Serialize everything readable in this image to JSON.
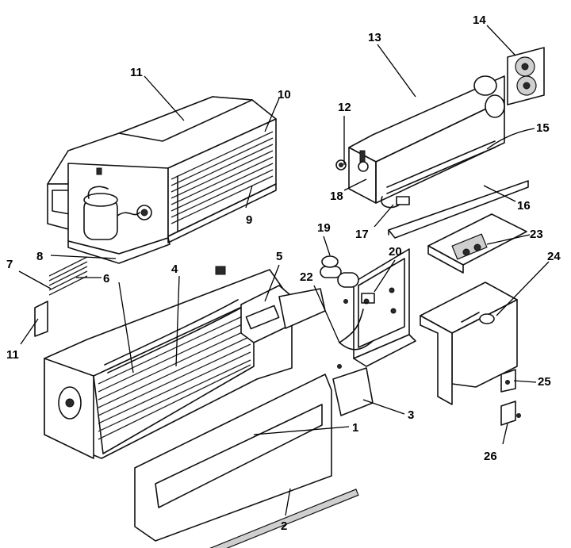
{
  "diagram": {
    "type": "exploded-parts-view",
    "callouts": [
      {
        "id": "c1",
        "label": "1"
      },
      {
        "id": "c2",
        "label": "2"
      },
      {
        "id": "c3",
        "label": "3"
      },
      {
        "id": "c4",
        "label": "4"
      },
      {
        "id": "c5",
        "label": "5"
      },
      {
        "id": "c6",
        "label": "6"
      },
      {
        "id": "c7",
        "label": "7"
      },
      {
        "id": "c8",
        "label": "8"
      },
      {
        "id": "c9",
        "label": "9"
      },
      {
        "id": "c10",
        "label": "10"
      },
      {
        "id": "c11a",
        "label": "11"
      },
      {
        "id": "c11b",
        "label": "11"
      },
      {
        "id": "c12",
        "label": "12"
      },
      {
        "id": "c13",
        "label": "13"
      },
      {
        "id": "c14",
        "label": "14"
      },
      {
        "id": "c15",
        "label": "15"
      },
      {
        "id": "c16",
        "label": "16"
      },
      {
        "id": "c17",
        "label": "17"
      },
      {
        "id": "c18",
        "label": "18"
      },
      {
        "id": "c19",
        "label": "19"
      },
      {
        "id": "c20",
        "label": "20"
      },
      {
        "id": "c22",
        "label": "22"
      },
      {
        "id": "c23",
        "label": "23"
      },
      {
        "id": "c24",
        "label": "24"
      },
      {
        "id": "c25",
        "label": "25"
      },
      {
        "id": "c26",
        "label": "26"
      }
    ]
  }
}
